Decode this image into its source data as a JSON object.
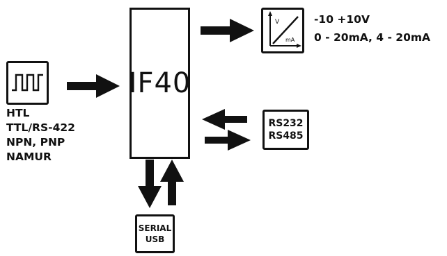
{
  "central_module": {
    "label": "IF40"
  },
  "input": {
    "icon": "pulse-wave-icon",
    "signal_types": [
      "HTL",
      "TTL/RS-422",
      "NPN, PNP",
      "NAMUR"
    ]
  },
  "analog_output": {
    "icon": "voltage-current-graph-icon",
    "graph_axis_v": "V",
    "graph_axis_ma": "mA",
    "lines": [
      "-10 +10V",
      "0 - 20mA, 4 - 20mA"
    ]
  },
  "serial_interface": {
    "lines": [
      "RS232",
      "RS485"
    ]
  },
  "usb_interface": {
    "lines": [
      "SERIAL",
      "USB"
    ]
  },
  "colors": {
    "stroke": "#111111",
    "background": "#ffffff"
  }
}
